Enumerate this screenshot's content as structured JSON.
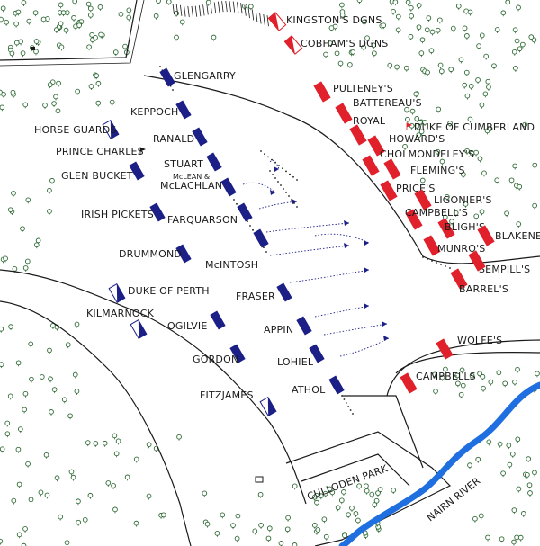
{
  "colors": {
    "jacobite": "#1b1f86",
    "government": "#e0202a",
    "cavalry_fill": "#ffffff",
    "river": "#1f6fe0",
    "ink": "#1a1a1a",
    "tree": "#2f6a35"
  },
  "jacobite_units": [
    {
      "label": "GLENGARRY"
    },
    {
      "label": "KEPPOCH"
    },
    {
      "label": "RANALD"
    },
    {
      "label": "STUART"
    },
    {
      "label_top": "McLEAN &",
      "label": "McLACHLAN"
    },
    {
      "label": "FARQUARSON"
    },
    {
      "label": "McINTOSH"
    },
    {
      "label": "FRASER"
    },
    {
      "label": "APPIN"
    },
    {
      "label": "LOHIEL"
    },
    {
      "label": "ATHOL"
    },
    {
      "label": "GLEN BUCKET"
    },
    {
      "label": "IRISH PICKETS"
    },
    {
      "label": "DRUMMOND"
    },
    {
      "label": "OGILVIE"
    },
    {
      "label": "GORDON"
    }
  ],
  "jacobite_cavalry": [
    {
      "label": "HORSE GUARDS"
    },
    {
      "label": "DUKE OF PERTH"
    },
    {
      "label": "KILMARNOCK"
    },
    {
      "label": "FITZJAMES"
    }
  ],
  "prince": {
    "label": "PRINCE CHARLES"
  },
  "government_units": [
    {
      "label": "PULTENEY'S"
    },
    {
      "label": "BATTEREAU'S"
    },
    {
      "label": "ROYAL"
    },
    {
      "label": "HOWARD'S"
    },
    {
      "label": "CHOLMONDELEY'S"
    },
    {
      "label": "FLEMING'S"
    },
    {
      "label": "PRICE'S"
    },
    {
      "label": "LIGONIER'S"
    },
    {
      "label": "CAMPBELL'S"
    },
    {
      "label": "BLIGH'S"
    },
    {
      "label": "MUNRO'S"
    },
    {
      "label": "BLAKENEY'S"
    },
    {
      "label": "SEMPILL'S"
    },
    {
      "label": "BARREL'S"
    },
    {
      "label": "WOLFE'S"
    },
    {
      "label": "CAMPBELLS"
    }
  ],
  "government_cavalry": [
    {
      "label": "KINGSTON'S DGNS"
    },
    {
      "label": "COBHAM'S DGNS"
    }
  ],
  "cumberland": {
    "label": "DUKE OF CUMBERLAND"
  },
  "places": {
    "park": "CULLODEN PARK",
    "river": "NAIRN RIVER"
  }
}
